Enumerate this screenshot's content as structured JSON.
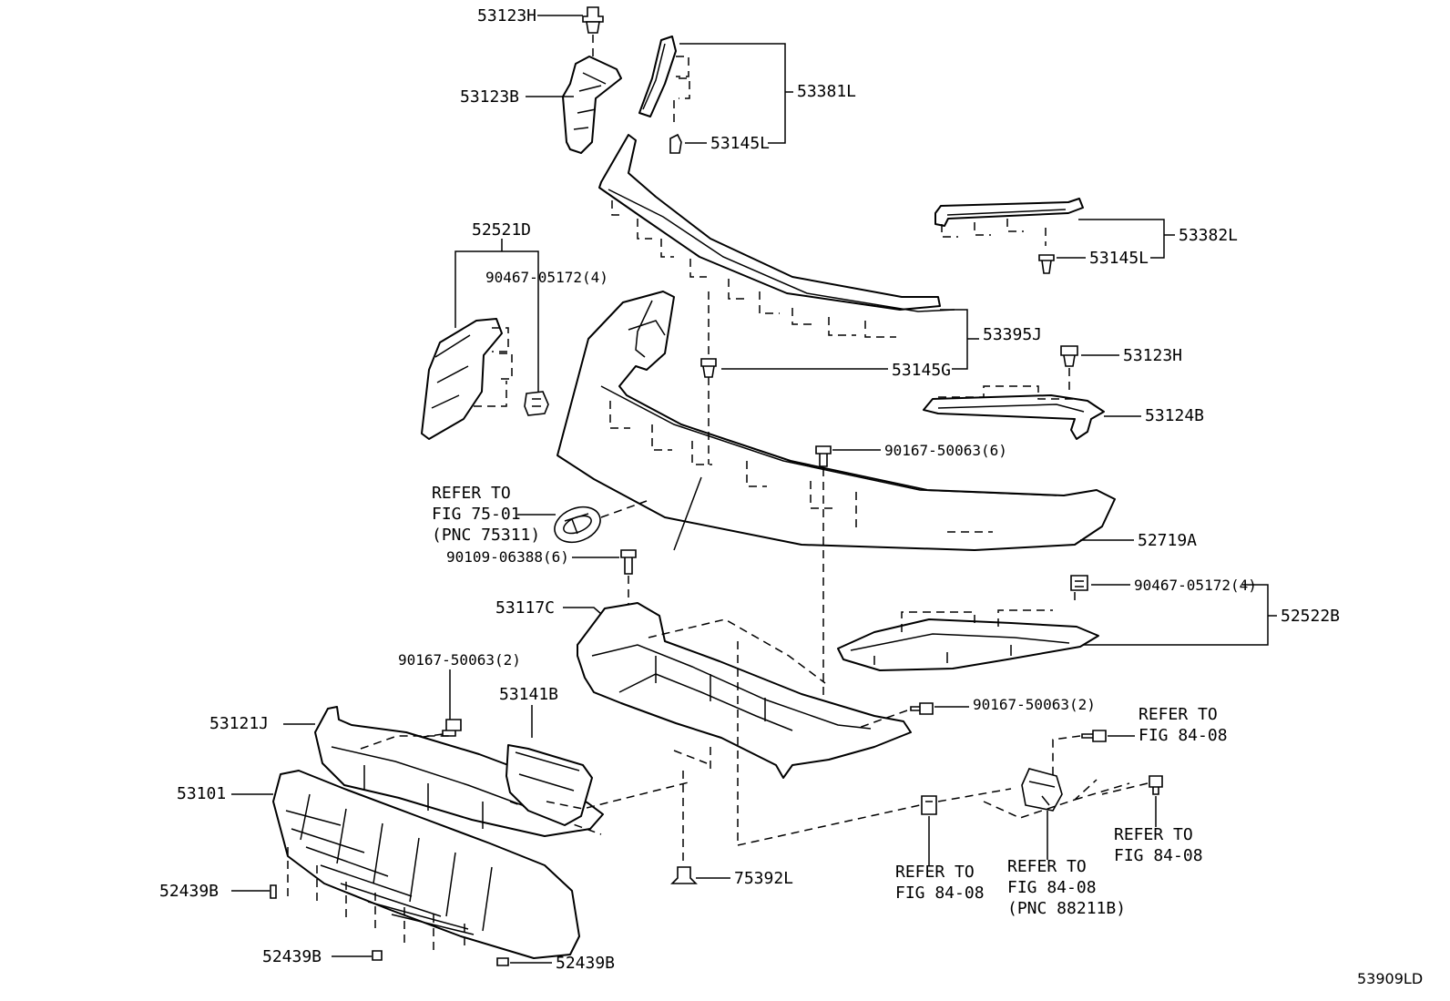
{
  "diagram_id": "53909LD",
  "labels": {
    "p53123h_top": "53123H",
    "p53123b": "53123B",
    "p53381l": "53381L",
    "p53145l_top": "53145L",
    "p52521d": "52521D",
    "p90467_left": "90467-05172(4)",
    "p53382l": "53382L",
    "p53145l_right": "53145L",
    "p53395j": "53395J",
    "p53145g": "53145G",
    "p53123h_right": "53123H",
    "p53124b": "53124B",
    "p90167_6": "90167-50063(6)",
    "refer_75_line1": "REFER TO",
    "refer_75_line2": "FIG 75-01",
    "refer_75_line3": "(PNC 75311)",
    "p52719a": "52719A",
    "p90109": "90109-06388(6)",
    "p90467_right": "90467-05172(4)",
    "p52522b": "52522B",
    "p53117c": "53117C",
    "p90167_2_left": "90167-50063(2)",
    "p53141b": "53141B",
    "p90167_2_right": "90167-50063(2)",
    "refer_84_a_line1": "REFER TO",
    "refer_84_a_line2": "FIG 84-08",
    "p53121j": "53121J",
    "p53101": "53101",
    "refer_84_b_line1": "REFER TO",
    "refer_84_b_line2": "FIG 84-08",
    "refer_84_c_line1": "REFER TO",
    "refer_84_c_line2": "FIG 84-08",
    "refer_84_d_line1": "REFER TO",
    "refer_84_d_line2": "FIG 84-08",
    "refer_84_d_line3": "(PNC 88211B)",
    "p52439b_left": "52439B",
    "p75392l": "75392L",
    "p52439b_bottom": "52439B",
    "p52439b_right": "52439B"
  },
  "icons": [
    "clip-icon",
    "bolt-icon",
    "screw-icon",
    "emblem-icon",
    "sensor-icon",
    "nut-icon"
  ]
}
